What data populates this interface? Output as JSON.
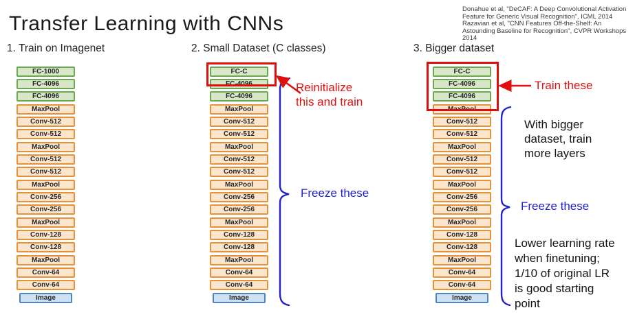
{
  "title": "Transfer Learning with CNNs",
  "citation": "Donahue et al, \"DeCAF: A Deep Convolutional Activation\nFeature for Generic Visual Recognition\", ICML 2014\nRazavian et al, \"CNN Features Off-the-Shelf: An\nAstounding Baseline for Recognition\", CVPR Workshops\n2014",
  "colors": {
    "fc_fill": "#d9e7c9",
    "fc_border": "#6aa84f",
    "conv_fill": "#fce5cd",
    "conv_border": "#e69138",
    "image_fill": "#cfe2f3",
    "image_border": "#4f86c0",
    "annotation_red": "#e01010",
    "annotation_blue": "#2222cc"
  },
  "columns": [
    {
      "heading": "1. Train on Imagenet",
      "groups": [
        {
          "type": "fc",
          "layers": [
            "FC-1000",
            "FC-4096",
            "FC-4096"
          ]
        },
        {
          "type": "conv",
          "layers": [
            "MaxPool",
            "Conv-512",
            "Conv-512"
          ]
        },
        {
          "type": "conv",
          "layers": [
            "MaxPool",
            "Conv-512",
            "Conv-512"
          ]
        },
        {
          "type": "conv",
          "layers": [
            "MaxPool",
            "Conv-256",
            "Conv-256"
          ]
        },
        {
          "type": "conv",
          "layers": [
            "MaxPool",
            "Conv-128",
            "Conv-128"
          ]
        },
        {
          "type": "conv",
          "layers": [
            "MaxPool",
            "Conv-64",
            "Conv-64"
          ]
        },
        {
          "type": "image",
          "layers": [
            "Image"
          ]
        }
      ]
    },
    {
      "heading": "2. Small Dataset (C classes)",
      "groups": [
        {
          "type": "fc",
          "layers": [
            "FC-C",
            "FC-4096",
            "FC-4096"
          ]
        },
        {
          "type": "conv",
          "layers": [
            "MaxPool",
            "Conv-512",
            "Conv-512"
          ]
        },
        {
          "type": "conv",
          "layers": [
            "MaxPool",
            "Conv-512",
            "Conv-512"
          ]
        },
        {
          "type": "conv",
          "layers": [
            "MaxPool",
            "Conv-256",
            "Conv-256"
          ]
        },
        {
          "type": "conv",
          "layers": [
            "MaxPool",
            "Conv-128",
            "Conv-128"
          ]
        },
        {
          "type": "conv",
          "layers": [
            "MaxPool",
            "Conv-64",
            "Conv-64"
          ]
        },
        {
          "type": "image",
          "layers": [
            "Image"
          ]
        }
      ],
      "annotations": {
        "reinitialize": "Reinitialize\nthis and train",
        "freeze": "Freeze these"
      }
    },
    {
      "heading": "3. Bigger dataset",
      "groups": [
        {
          "type": "fc",
          "layers": [
            "FC-C",
            "FC-4096",
            "FC-4096"
          ]
        },
        {
          "type": "conv",
          "layers": [
            "MaxPool",
            "Conv-512",
            "Conv-512"
          ]
        },
        {
          "type": "conv",
          "layers": [
            "MaxPool",
            "Conv-512",
            "Conv-512"
          ]
        },
        {
          "type": "conv",
          "layers": [
            "MaxPool",
            "Conv-256",
            "Conv-256"
          ]
        },
        {
          "type": "conv",
          "layers": [
            "MaxPool",
            "Conv-128",
            "Conv-128"
          ]
        },
        {
          "type": "conv",
          "layers": [
            "MaxPool",
            "Conv-64",
            "Conv-64"
          ]
        },
        {
          "type": "image",
          "layers": [
            "Image"
          ]
        }
      ],
      "annotations": {
        "train": "Train these",
        "note_top": "With bigger\ndataset, train\nmore layers",
        "freeze": "Freeze these",
        "note_bottom": "Lower learning rate\nwhen finetuning;\n1/10 of original LR\nis good starting\npoint"
      }
    }
  ]
}
